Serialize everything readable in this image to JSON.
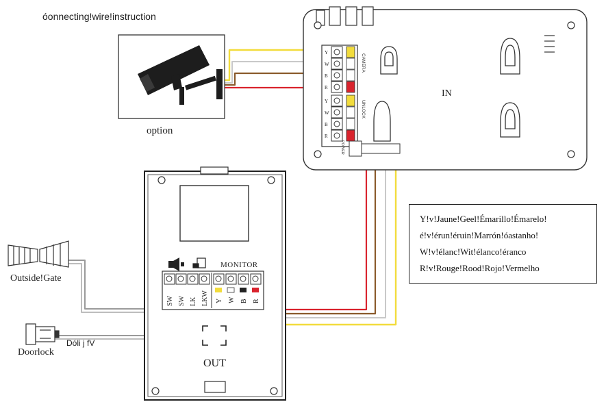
{
  "title": "óonnecting!wire!instruction",
  "camera": {
    "label": "option"
  },
  "indoor": {
    "label": "IN",
    "camera_group_label": "CAMERA",
    "unlock_group_label": "UNLOCK",
    "power_label": "POWER",
    "terminals": [
      "Y",
      "W",
      "B",
      "R",
      "Y",
      "W",
      "B",
      "R"
    ]
  },
  "outdoor": {
    "label": "OUT",
    "monitor_label": "MONITOR",
    "terminals": [
      "SW",
      "SW",
      "LK",
      "LKW",
      "Y",
      "W",
      "B",
      "R"
    ]
  },
  "outside_gate": {
    "label": "Outside!Gate"
  },
  "doorlock": {
    "label": "Doorlock",
    "voltage": "Dóli j fV"
  },
  "legend": {
    "rows": [
      "Y!v!Jaune!Geel!Émarillo!Émarelo!",
      "é!v!érun!éruin!Marrón!óastanho!",
      "W!v!élanc!Wit!élanco!éranco",
      "R!v!Rouge!Rood!Rojo!Vermelho"
    ]
  },
  "colors": {
    "yellow": "#f2dc3c",
    "brown": "#8a5a2b",
    "red": "#d9232d",
    "gray": "#9a9a9a",
    "line": "#333333"
  }
}
